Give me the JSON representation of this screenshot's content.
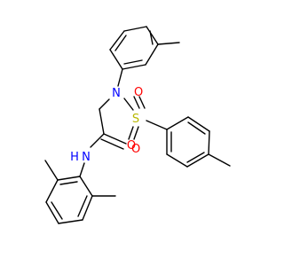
{
  "molecule": {
    "atoms": {
      "nitrogen_sulfonamide": "N",
      "nitrogen_amide": "N",
      "hydrogen_amide": "H",
      "sulfur": "S",
      "oxygen_sulfonyl_1": "O",
      "oxygen_sulfonyl_2": "O",
      "oxygen_carbonyl": "O"
    },
    "colors": {
      "bond": "#000000",
      "nitrogen": "#0000ff",
      "oxygen": "#ff0000",
      "sulfur": "#b8b800"
    }
  }
}
